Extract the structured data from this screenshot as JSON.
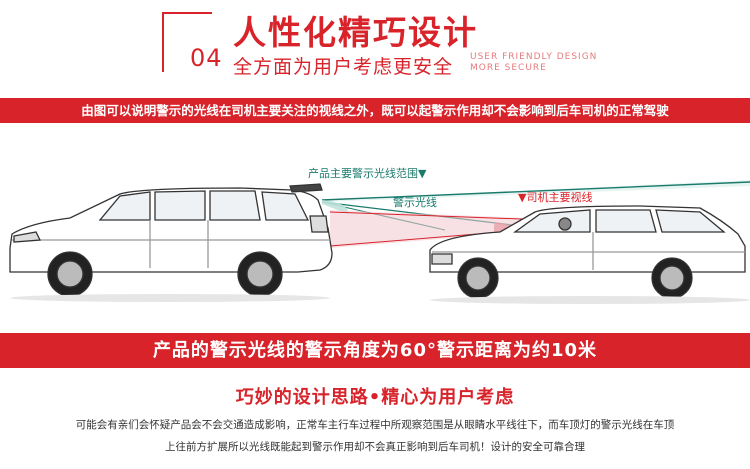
{
  "header": {
    "number": "04",
    "title": "人性化精巧设计",
    "subtitle": "全方面为用户考虑更安全",
    "english_line1": "USER FRIENDLY DESIGN",
    "english_line2": "MORE SECURE"
  },
  "top_banner": {
    "text": "由图可以说明警示的光线在司机主要关注的视线之外，既可以起警示作用却不会影响到后车司机的正常驾驶"
  },
  "diagram": {
    "label_range": "产品主要警示光线范围▼",
    "label_warning_light": "警示光线",
    "label_driver_sight": "▼司机主要视线"
  },
  "angle_banner": {
    "text": "产品的警示光线的警示角度为60°警示距离为约10米"
  },
  "section": {
    "heading": "巧妙的设计思路•精心为用户考虑",
    "paragraph_line1": "可能会有亲们会怀疑产品会不会交通造成影响，正常车主行车过程中所观察范围是从眼睛水平线往下，而车顶灯的警示光线在车顶",
    "paragraph_line2": "上往前方扩展所以光线既能起到警示作用却不会真正影响到后车司机！设计的安全可靠合理"
  },
  "colors": {
    "brand_red": "#d8232a",
    "beam_green": "#1a7a6c",
    "driver_sight_pink": "#e8a0a8"
  }
}
